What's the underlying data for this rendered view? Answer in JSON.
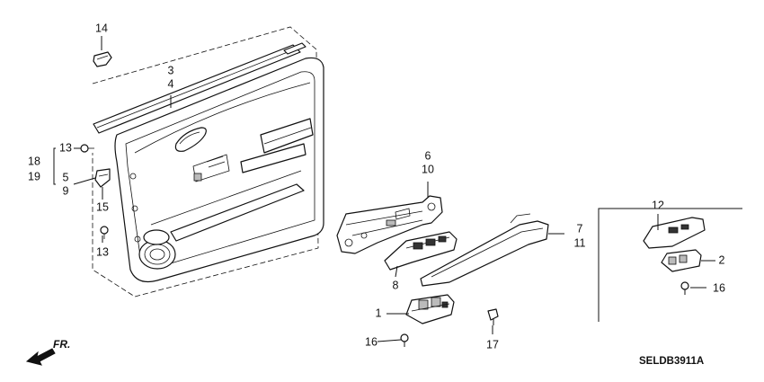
{
  "callouts": {
    "p1": "1",
    "p2": "2",
    "p3": "3",
    "p4": "4",
    "p5": "5",
    "p6": "6",
    "p7": "7",
    "p8": "8",
    "p9": "9",
    "p10": "10",
    "p11": "11",
    "p12": "12",
    "p13a": "13",
    "p13b": "13",
    "p14": "14",
    "p15": "15",
    "p16a": "16",
    "p16b": "16",
    "p17": "17",
    "p18": "18",
    "p19": "19"
  },
  "direction_marker": "FR.",
  "diagram_code": "SELDB3911A"
}
